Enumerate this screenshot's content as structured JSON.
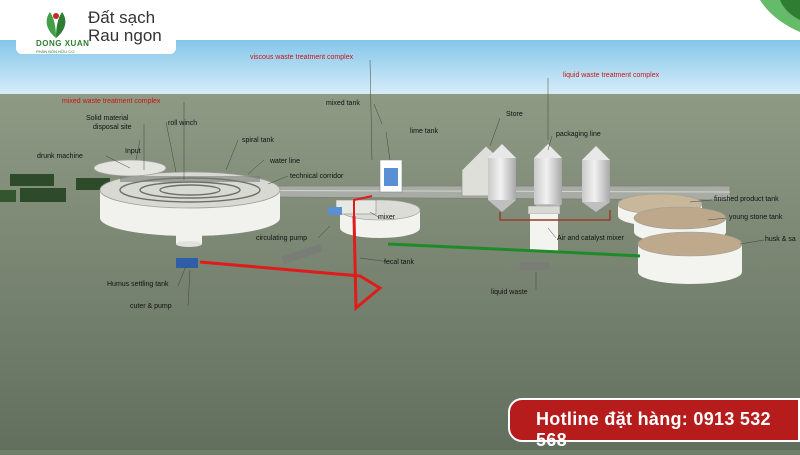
{
  "brand": {
    "name": "DONG XUAN",
    "subtitle": "PHÂN BÓN HỮU CƠ",
    "tagline_line1": "Đất sạch",
    "tagline_line2": "Rau ngon"
  },
  "labels": {
    "viscous": "viscous waste treatment complex",
    "liquid_complex": "liquid waste treatment complex",
    "mixed_complex": "mixed waste treatment complex",
    "mixed_tank": "mixed tank",
    "store": "Store",
    "solid_site_1": "Solid material",
    "solid_site_2": "disposal site",
    "roll_winch": "roll winch",
    "lime_tank": "lime tank",
    "packaging_line": "packaging line",
    "spiral_tank": "spiral tank",
    "drunk_machine": "drunk machine",
    "input": "Input",
    "water_line": "water line",
    "technical_corridor": "technical corridor",
    "finished_product_tank": "finished product tank",
    "young_stone_tank": "young stone tank",
    "mixer": "mixer",
    "husk": "husk & sa",
    "air_catalyst_mixer": "Air and catalyst mixer",
    "circulating_pump": "circulating pump",
    "fecal_tank": "fecal tank",
    "humus_settling_tank": "Humus settling tank",
    "liquid_waste": "liquid waste",
    "cuter_pump": "cuter & pump"
  },
  "hotline": {
    "label": "Hotline đặt hàng: 0913 532 568"
  },
  "colors": {
    "brand_green": "#2e7d32",
    "label_red": "#c91515",
    "pipe_red": "#e01b1b",
    "pipe_green": "#1f8a2a",
    "hotline_bg": "#b71c1c"
  }
}
